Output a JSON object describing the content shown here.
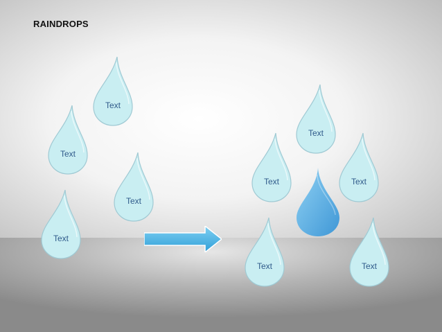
{
  "slide": {
    "title": "RAINDROPS"
  },
  "left_group": {
    "drops": [
      {
        "label": "Text"
      },
      {
        "label": "Text"
      },
      {
        "label": "Text"
      },
      {
        "label": "Text"
      }
    ]
  },
  "arrow": {
    "color": "#4fb6e3"
  },
  "right_group": {
    "drops": [
      {
        "label": "Text"
      },
      {
        "label": "Text"
      },
      {
        "label": "Text"
      },
      {
        "label": "Text"
      },
      {
        "label": "Text"
      }
    ],
    "highlight_drop": {
      "label": "",
      "color": "#5aaee0"
    }
  },
  "colors": {
    "drop_fill": "#c9eef2",
    "drop_stroke": "#9fc9d3",
    "label_text": "#2f5a8a",
    "floor": "#9a9a9a"
  }
}
